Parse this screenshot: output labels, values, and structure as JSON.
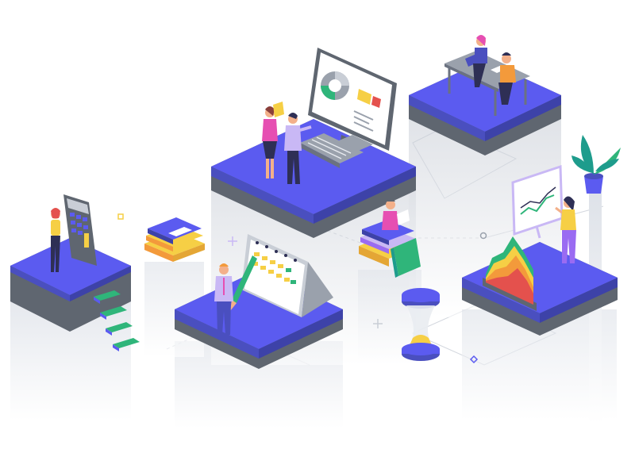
{
  "scene": {
    "palette": {
      "platform_top": "#5B5BF0",
      "platform_side": "#4A4FBF",
      "platform_base": "#5F6670",
      "pillar_light": "#E9ECF1",
      "accent_green": "#2FB57A",
      "accent_teal": "#1E9C8C",
      "accent_yellow": "#F6CF45",
      "accent_orange": "#F39A3B",
      "accent_red": "#E4514D",
      "accent_pink": "#E64FB2",
      "accent_purple": "#9A6BF2",
      "dark_navy": "#2E2F55",
      "skin": "#F3B08A",
      "line_gray": "#C9CED6"
    },
    "objects": [
      {
        "name": "desktop-monitor",
        "kind": "donut-chart-and-bars"
      },
      {
        "name": "keyboard"
      },
      {
        "name": "office-desk",
        "people": 2
      },
      {
        "name": "calculator"
      },
      {
        "name": "book-stack",
        "books": 4
      },
      {
        "name": "wall-calendar"
      },
      {
        "name": "stacked-area-chart"
      },
      {
        "name": "presentation-whiteboard",
        "kind": "line-chart"
      },
      {
        "name": "potted-plant"
      },
      {
        "name": "hourglass"
      }
    ]
  }
}
